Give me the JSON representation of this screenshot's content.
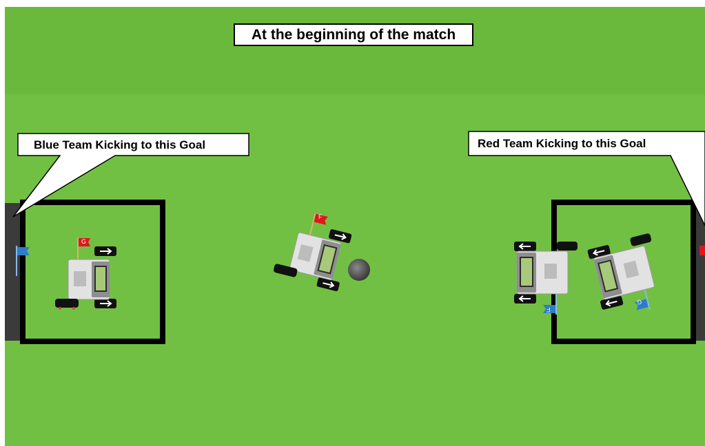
{
  "title": "At the beginning of the match",
  "callouts": {
    "left": "Blue Team Kicking to this Goal",
    "right": "Red Team Kicking to this Goal"
  },
  "robots": {
    "blue_goalie_flag": "G",
    "blue_forward_flag": "F",
    "red_forward_flag": "F",
    "red_goalie_flag": "G"
  },
  "colors": {
    "field": "#72c043",
    "top_band": "#6ab93c",
    "goal": "#3b3b3b",
    "red_flag": "#e0161e",
    "blue_flag": "#2f7cc8"
  }
}
